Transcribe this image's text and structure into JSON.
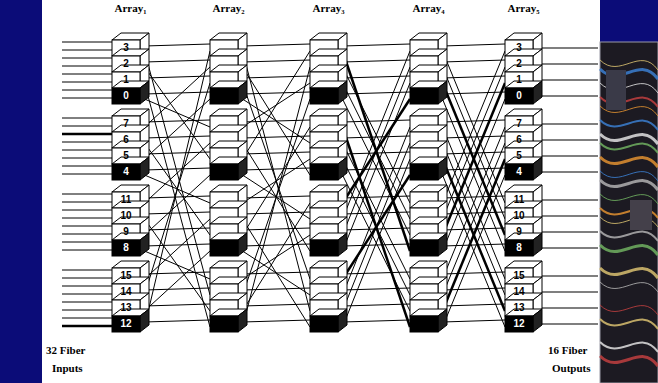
{
  "diagram": {
    "labels": [
      "Array₁",
      "Array₂",
      "Array₃",
      "Array₄",
      "Array₅",
      "3",
      "2",
      "1",
      "0",
      "7",
      "6",
      "5",
      "4",
      "11",
      "10",
      "9",
      "8",
      "15",
      "14",
      "13",
      "12",
      "3",
      "2",
      "1",
      "0",
      "7",
      "6",
      "5",
      "4",
      "11",
      "10",
      "9",
      "8",
      "15",
      "14",
      "13",
      "12",
      "32 Fiber",
      "Inputs",
      "16 Fiber",
      "Outputs"
    ]
  }
}
